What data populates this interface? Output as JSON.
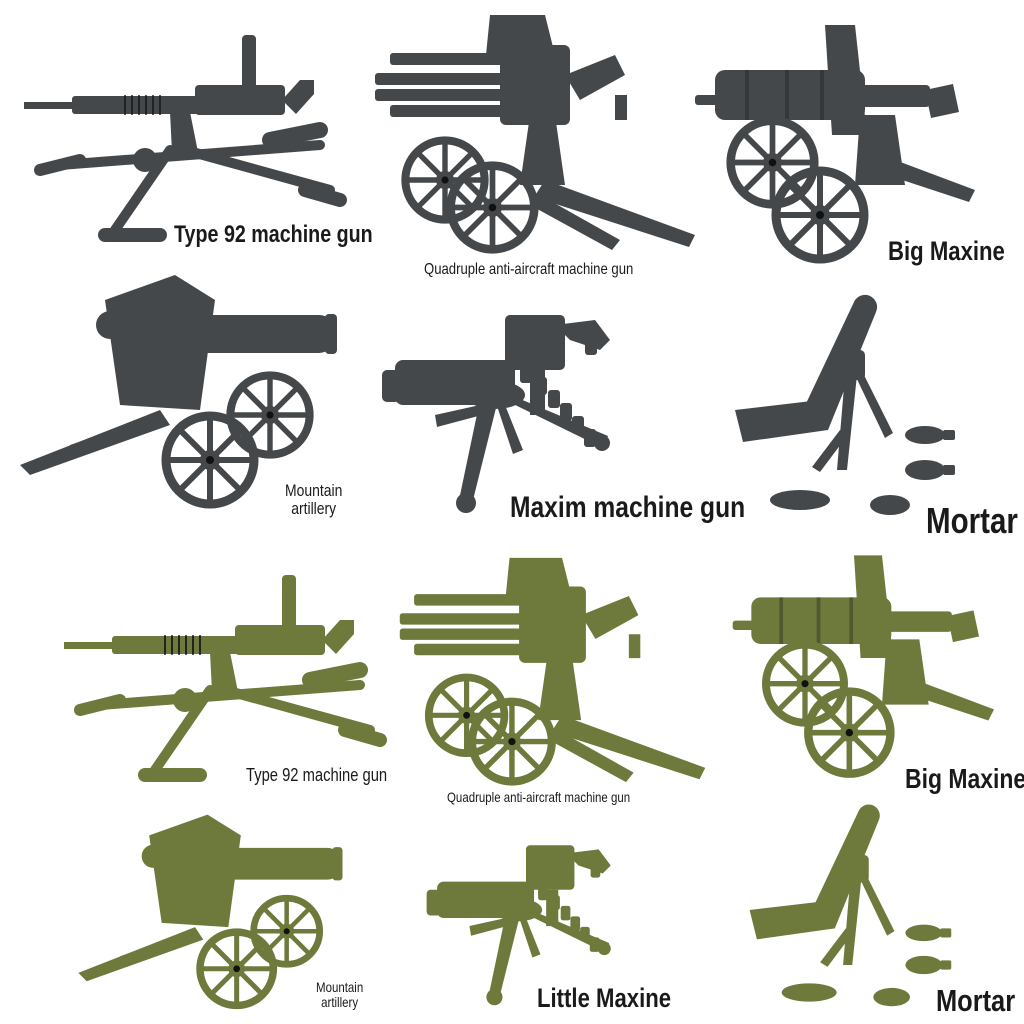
{
  "colors": {
    "dark": "#45484a",
    "dark_shade": "#2e3133",
    "green": "#6e7a3c",
    "green_shade": "#525c2a",
    "background": "#ffffff"
  },
  "labels": {
    "type92_dark": "Type 92 machine gun",
    "quad_dark": "Quadruple anti-aircraft machine gun",
    "big_maxine_dark": "Big Maxine",
    "mountain_dark": "Mountain\nartillery",
    "maxim_dark": "Maxim machine gun",
    "mortar_dark": "Mortar",
    "type92_green": "Type 92 machine gun",
    "quad_green": "Quadruple anti-aircraft machine gun",
    "big_maxine_green": "Big Maxine",
    "mountain_green": "Mountain\nartillery",
    "little_maxine_green": "Little Maxine",
    "mortar_green": "Mortar"
  },
  "images": [
    {
      "id": "type92-dark",
      "icon": "type92-machine-gun-icon",
      "tone": "dark"
    },
    {
      "id": "quad-dark",
      "icon": "quad-aa-gun-icon",
      "tone": "dark"
    },
    {
      "id": "big-maxine-dark",
      "icon": "wheeled-maxim-icon",
      "tone": "dark"
    },
    {
      "id": "mountain-dark",
      "icon": "mountain-artillery-icon",
      "tone": "dark"
    },
    {
      "id": "maxim-dark",
      "icon": "tripod-maxim-icon",
      "tone": "dark"
    },
    {
      "id": "mortar-dark",
      "icon": "mortar-icon",
      "tone": "dark"
    },
    {
      "id": "type92-green",
      "icon": "type92-machine-gun-icon",
      "tone": "green"
    },
    {
      "id": "quad-green",
      "icon": "quad-aa-gun-icon",
      "tone": "green"
    },
    {
      "id": "big-maxine-green",
      "icon": "wheeled-maxim-icon",
      "tone": "green"
    },
    {
      "id": "mountain-green",
      "icon": "mountain-artillery-icon",
      "tone": "green"
    },
    {
      "id": "little-maxine-green",
      "icon": "tripod-maxim-icon",
      "tone": "green"
    },
    {
      "id": "mortar-green",
      "icon": "mortar-icon",
      "tone": "green"
    }
  ]
}
